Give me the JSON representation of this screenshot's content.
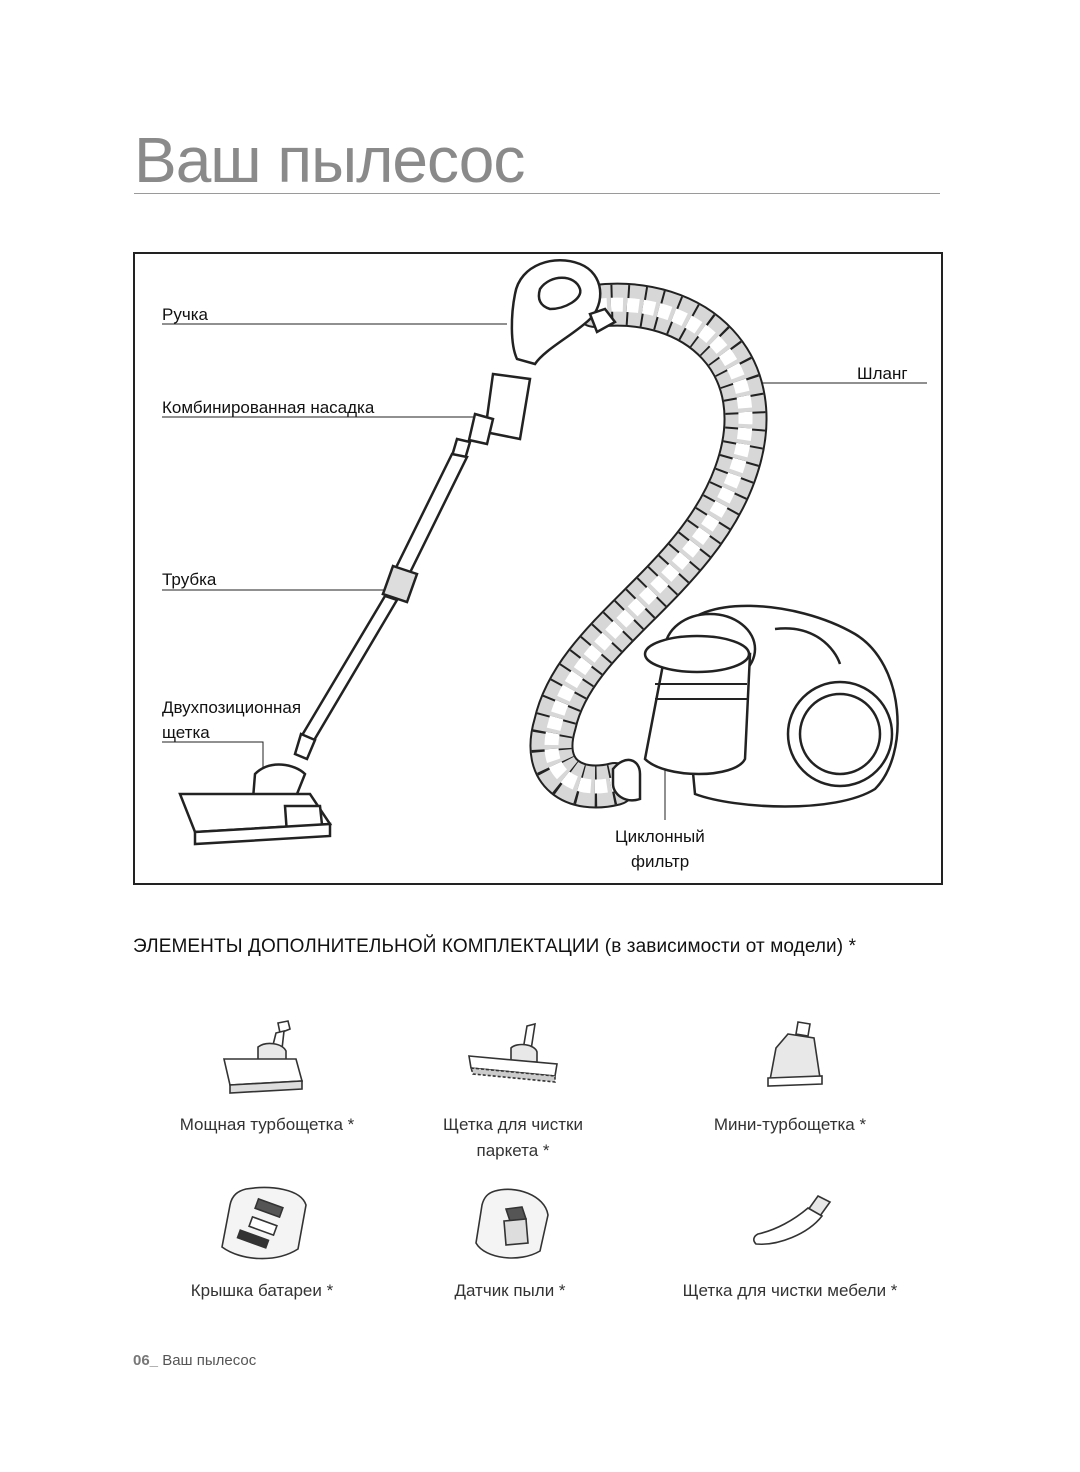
{
  "page": {
    "title": "Ваш пылесос"
  },
  "diagram": {
    "labels": {
      "handle": "Ручка",
      "combo_nozzle": "Комбинированная насадка",
      "pipe": "Трубка",
      "brush_line1": "Двухпозиционная",
      "brush_line2": "щетка",
      "hose": "Шланг",
      "cyclone_line1": "Циклонный",
      "cyclone_line2": "фильтр"
    }
  },
  "accessories": {
    "heading": "ЭЛЕМЕНТЫ ДОПОЛНИТЕЛЬНОЙ КОМПЛЕКТАЦИИ (в зависимости от модели) *",
    "items": [
      {
        "line1": "Мощная турбощетка *",
        "line2": "",
        "icon": "turbo-brush-icon"
      },
      {
        "line1": "Щетка для чистки",
        "line2": "паркета *",
        "icon": "parquet-brush-icon"
      },
      {
        "line1": "Мини-турбощетка *",
        "line2": "",
        "icon": "mini-turbo-brush-icon"
      },
      {
        "line1": "Крышка батареи *",
        "line2": "",
        "icon": "battery-cover-icon"
      },
      {
        "line1": "Датчик пыли *",
        "line2": "",
        "icon": "dust-sensor-icon"
      },
      {
        "line1": "Щетка для чистки мебели *",
        "line2": "",
        "icon": "upholstery-brush-icon"
      }
    ]
  },
  "footer": {
    "page_number": "06_",
    "section": "Ваш пылесос"
  }
}
